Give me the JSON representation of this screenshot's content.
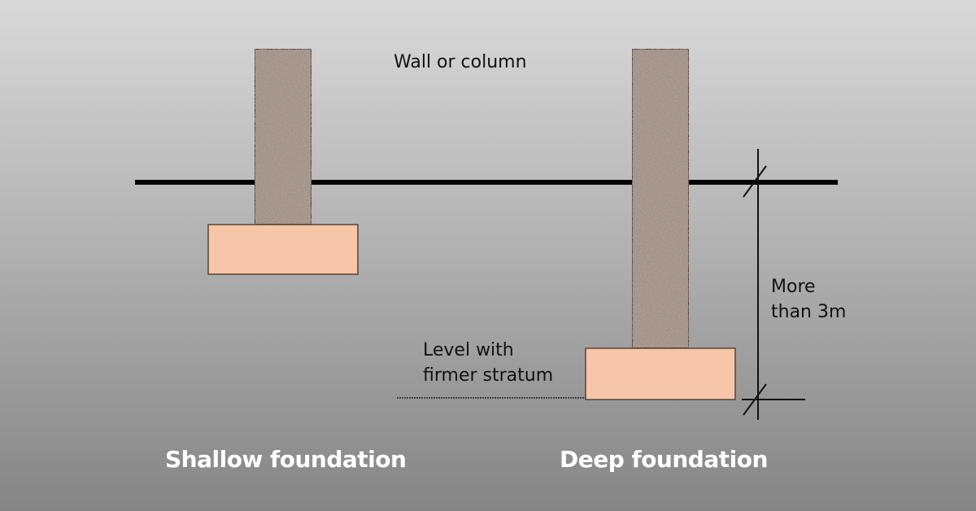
{
  "diagram": {
    "title_labels": {
      "wall_or_column": "Wall or column",
      "depth_note": "More\nthan 3m",
      "firm_level": "Level with\nfirmer stratum"
    },
    "captions": {
      "shallow": "Shallow foundation",
      "deep": "Deep foundation"
    },
    "colors": {
      "column_fill": "#9c8b80",
      "footing_fill": "#f7c6a8",
      "outline": "#3a2e28",
      "ground_line": "#000000",
      "caption_text": "#ffffff"
    }
  }
}
